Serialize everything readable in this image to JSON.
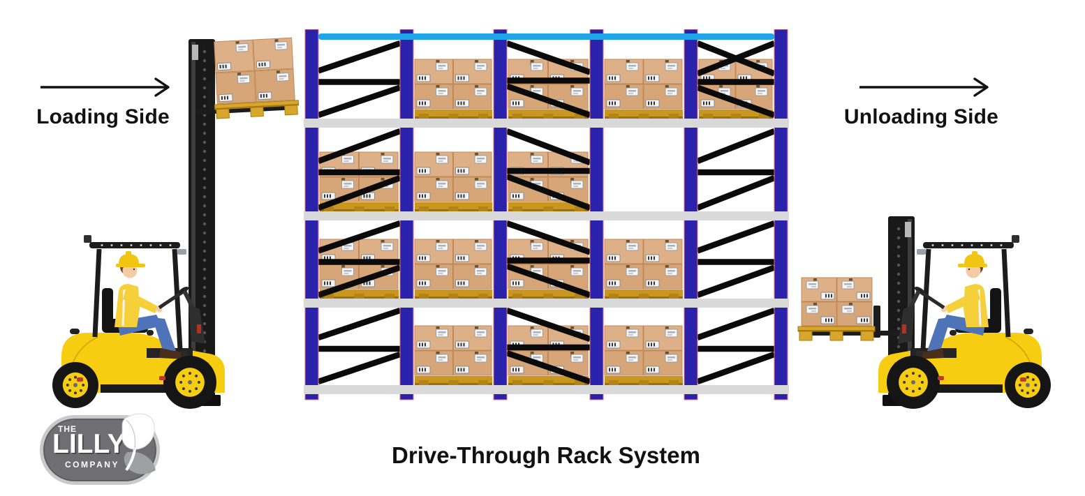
{
  "title": "Drive-Through Rack System",
  "labels": {
    "loading_side": "Loading Side",
    "unloading_side": "Unloading Side"
  },
  "arrows": {
    "left": "arrow-right-icon",
    "right": "arrow-right-icon"
  },
  "logo": {
    "the": "THE",
    "lilly": "LILLY",
    "company": "COMPANY",
    "icon": "calla-lily-icon"
  },
  "scene": {
    "left_forklift": {
      "name": "forklift-loading",
      "facing": "right",
      "load": "pallet-raised-high"
    },
    "right_forklift": {
      "name": "forklift-unloading",
      "facing": "left",
      "load": "pallet-at-mid-height"
    }
  },
  "rack": {
    "type": "drive-through-pallet-rack",
    "posts": 6,
    "levels": 4,
    "bays": 5,
    "grid": [
      [
        {
          "boxes": false,
          "brace": "up"
        },
        {
          "boxes": true,
          "brace": null
        },
        {
          "boxes": true,
          "brace": "down"
        },
        {
          "boxes": true,
          "brace": null
        },
        {
          "boxes": true,
          "brace": "x"
        }
      ],
      [
        {
          "boxes": true,
          "brace": "up"
        },
        {
          "boxes": true,
          "brace": null
        },
        {
          "boxes": true,
          "brace": "down"
        },
        {
          "boxes": false,
          "brace": null
        },
        {
          "boxes": false,
          "brace": "up"
        }
      ],
      [
        {
          "boxes": true,
          "brace": "up"
        },
        {
          "boxes": true,
          "brace": null
        },
        {
          "boxes": true,
          "brace": "down"
        },
        {
          "boxes": true,
          "brace": null
        },
        {
          "boxes": false,
          "brace": "up"
        }
      ],
      [
        {
          "boxes": false,
          "brace": "up"
        },
        {
          "boxes": true,
          "brace": null
        },
        {
          "boxes": true,
          "brace": "down"
        },
        {
          "boxes": true,
          "brace": null
        },
        {
          "boxes": false,
          "brace": "up"
        }
      ]
    ]
  },
  "colors": {
    "background": "#ffffff",
    "ink": "#111111",
    "rack_post": "#2a22ab",
    "rack_post_outline": "#f26d6d",
    "rack_beam": "#20a5e8",
    "rack_shelf": "#d9d9d9",
    "rack_brace": "#0a0a0a",
    "box_face": "#d6a678",
    "box_face_light": "#deb088",
    "box_edge": "#c08a58",
    "box_tape": "#6b5332",
    "pallet_strip": "#c9961f",
    "pallet_wood": "#d8a62a",
    "forklift_yellow": "#f7cd11",
    "forklift_yellow_dark": "#d9ab00",
    "forklift_dark": "#1c1c1c",
    "driver_skin": "#f3cba5",
    "driver_shirt": "#f5d03a",
    "driver_jeans": "#4e73b8",
    "driver_hat": "#f3c513",
    "driver_hair": "#6e4428",
    "boot_brown": "#4a2e1c",
    "logo_badge": "#6f6f73",
    "logo_ring": "#c9c9cb",
    "logo_text": "#ffffff",
    "logo_leaf": "#9fa0a3"
  }
}
